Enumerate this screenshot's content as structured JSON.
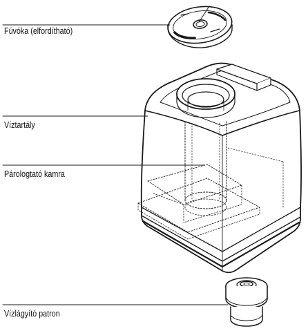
{
  "diagram": {
    "labels": {
      "nozzle": "Fúvóka (elfordítható)",
      "tank": "Víztartály",
      "chamber": "Párologtató kamra",
      "cartridge": "Vízlágyító patron"
    },
    "colors": {
      "line": "#1a1a1a",
      "fill": "#ffffff"
    }
  }
}
